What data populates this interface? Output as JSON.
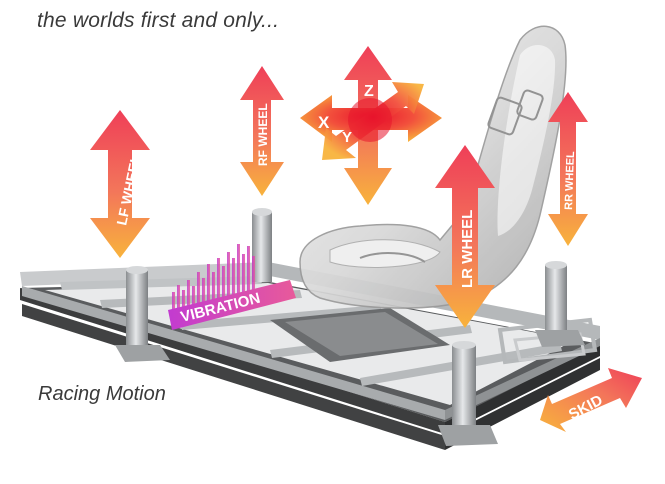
{
  "headline": "the worlds first and only...",
  "caption": "Racing Motion",
  "labels": {
    "lf_wheel": "LF WHEEL",
    "rf_wheel": "RF WHEEL",
    "lr_wheel": "LR WHEEL",
    "rr_wheel": "RR WHEEL",
    "vibration": "VIBRATION",
    "skid": "SKID",
    "axis_x": "X",
    "axis_y": "Y",
    "axis_z": "Z"
  },
  "colors": {
    "arrow_top": "#f04a5a",
    "arrow_bottom": "#f7b040",
    "vibration": "#c23bd0",
    "frame": "#4a4a4a",
    "frame_light": "#bfc2c4"
  },
  "icons": {
    "seat": "racing-seat-illustration",
    "frame": "motion-frame-illustration",
    "actuator": "actuator-illustration"
  }
}
